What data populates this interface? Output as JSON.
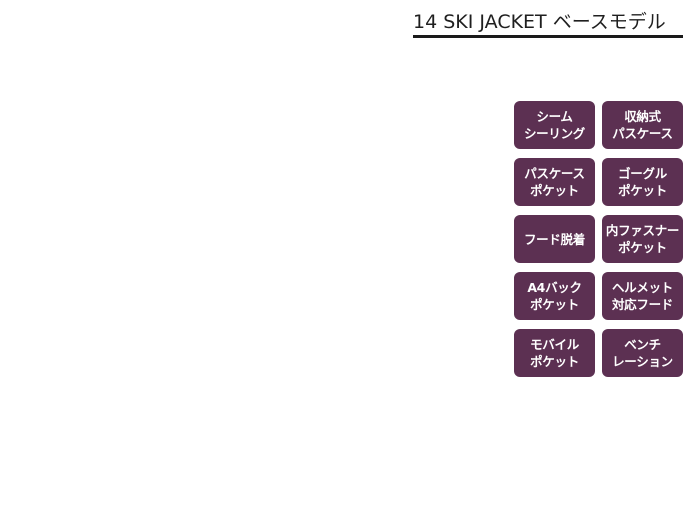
{
  "header": {
    "title": "14 SKI JACKET ベースモデル"
  },
  "features": [
    {
      "label": "シーム\nシーリング"
    },
    {
      "label": "収納式\nパスケース"
    },
    {
      "label": "パスケース\nポケット"
    },
    {
      "label": "ゴーグル\nポケット"
    },
    {
      "label": "フード脱着"
    },
    {
      "label": "内ファスナー\nポケット"
    },
    {
      "label": "A4バック\nポケット"
    },
    {
      "label": "ヘルメット\n対応フード"
    },
    {
      "label": "モバイル\nポケット"
    },
    {
      "label": "ベンチ\nレーション"
    }
  ],
  "colors": {
    "button_bg": "#5c3052",
    "button_text": "#ffffff",
    "title_text": "#1f1f1f",
    "underline": "#1a1a1a"
  }
}
